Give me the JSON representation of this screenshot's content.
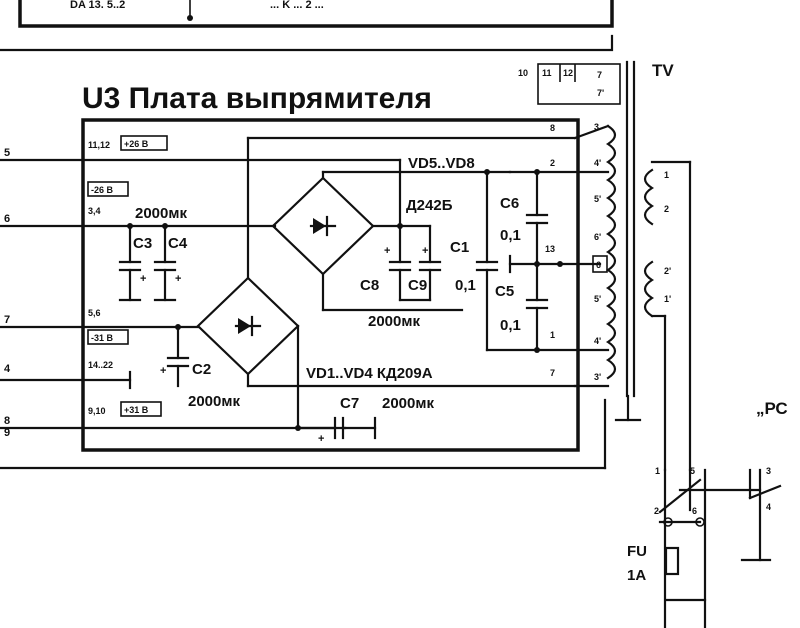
{
  "board": {
    "title": "U3 Плата выпрямителя",
    "top_partial_left": "DA 13. 5..2",
    "top_partial_right": "... K ... 2 ..."
  },
  "left_pins": [
    "5",
    "6",
    "7",
    "4",
    "8",
    "9"
  ],
  "board_pins": {
    "p11_12": "11,12",
    "p3_4": "3,4",
    "p5_6": "5,6",
    "p14_22": "14..22",
    "p9_10": "9,10",
    "p8": "8",
    "p2": "2",
    "p13": "13",
    "p1": "1",
    "p7": "7"
  },
  "voltage_badges": {
    "v_plus26": "+26 В",
    "v_minus26": "-26 В",
    "v_minus31": "-31 В",
    "v_plus31": "+31 В"
  },
  "components": {
    "vd5_vd8": "VD5..VD8",
    "d242b": "Д242Б",
    "vd1_vd4": "VD1..VD4  КД209А",
    "c3": "C3",
    "c4": "C4",
    "c3_c4_value": "2000мк",
    "c8": "C8",
    "c9": "C9",
    "c8_c9_value": "2000мк",
    "c1": "C1",
    "c1_value": "0,1",
    "c6": "C6",
    "c6_value": "0,1",
    "c5": "C5",
    "c5_value": "0,1",
    "c2": "C2",
    "c2_value": "2000мк",
    "c7": "C7",
    "c7_value": "2000мк"
  },
  "transformer": {
    "name": "TV",
    "top_pins": [
      "10",
      "11",
      "12",
      "7",
      "7'"
    ],
    "winding_numbers": [
      "3",
      "4'",
      "5'",
      "6'",
      "6",
      "5'",
      "4'",
      "3'"
    ],
    "primary_numbers": [
      "1",
      "2",
      "2'",
      "1'"
    ]
  },
  "right_side": {
    "switch_pins": [
      "1",
      "5",
      "2",
      "6",
      "3",
      "4"
    ],
    "fuse_name": "FU",
    "fuse_value": "1А",
    "partial_label": "„РС"
  }
}
